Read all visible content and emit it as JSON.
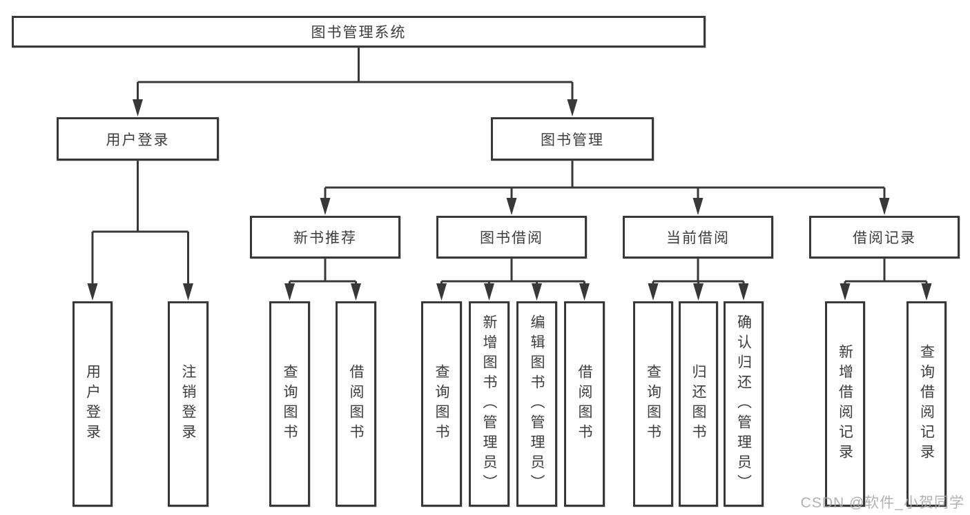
{
  "diagram": {
    "root": "图书管理系统",
    "user_login": {
      "label": "用户登录",
      "children": [
        "用户登录",
        "注销登录"
      ]
    },
    "book_mgmt": {
      "label": "图书管理",
      "sections": [
        {
          "label": "新书推荐",
          "children": [
            "查询图书",
            "借阅图书"
          ]
        },
        {
          "label": "图书借阅",
          "children": [
            "查询图书",
            "新增图书（管理员）",
            "编辑图书（管理员）",
            "借阅图书"
          ]
        },
        {
          "label": "当前借阅",
          "children": [
            "查询图书",
            "归还图书",
            "确认归还（管理员）"
          ]
        },
        {
          "label": "借阅记录",
          "children": [
            "新增借阅记录",
            "查询借阅记录"
          ]
        }
      ]
    },
    "colors": {
      "line": "#383838",
      "text": "#3d3d3d",
      "background": "#ffffff",
      "watermark": "#a8a8a8"
    },
    "watermark": "CSDN @软件_小贺同学"
  }
}
